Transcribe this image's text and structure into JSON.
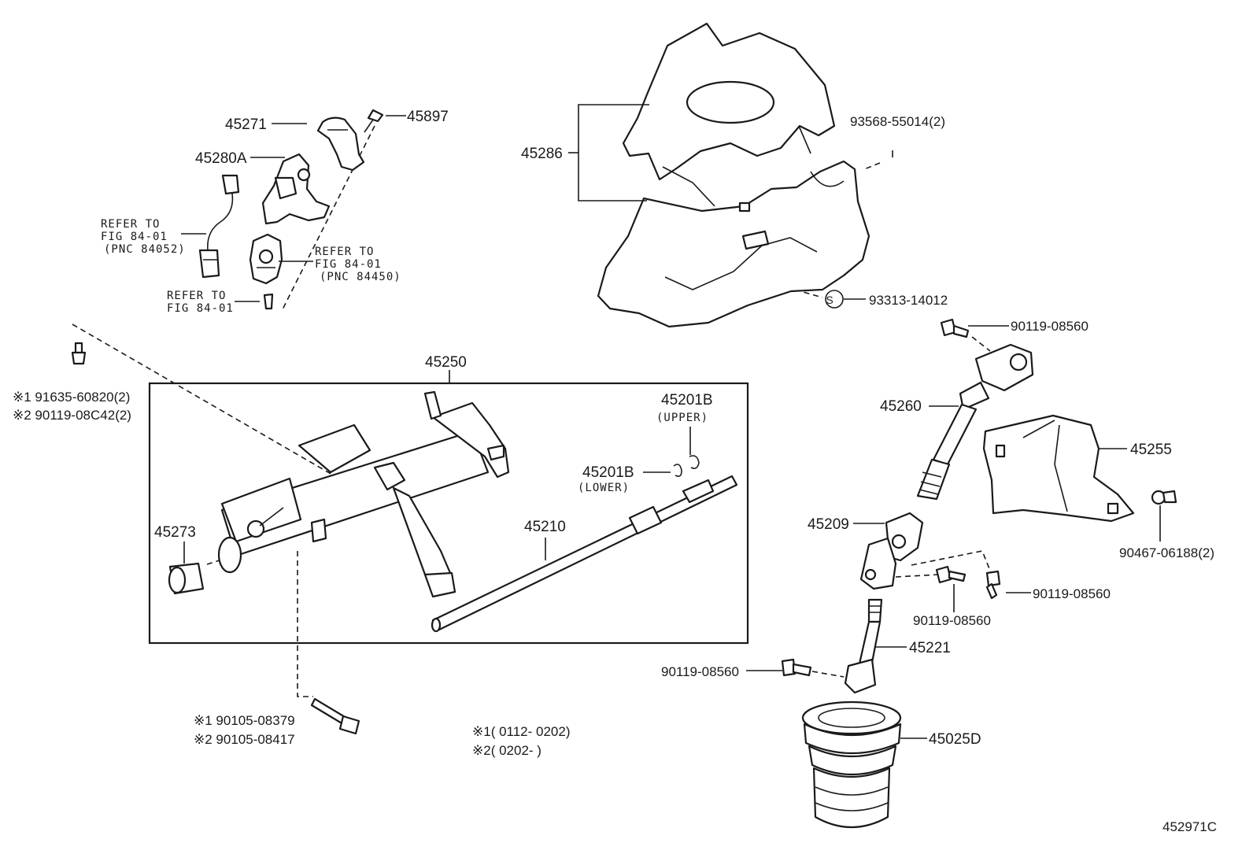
{
  "diagram": {
    "figure_id": "452971C",
    "part_labels": {
      "p45271": "45271",
      "p45897": "45897",
      "p45280A": "45280A",
      "p45286": "45286",
      "p93568": "93568-55014(2)",
      "p93313": "93313-14012",
      "p90119_top": "90119-08560",
      "p45250": "45250",
      "p45201B_upper": "45201B",
      "p45201B_lower": "45201B",
      "p45273": "45273",
      "p45210": "45210",
      "p45260": "45260",
      "p45255": "45255",
      "p90467": "90467-06188(2)",
      "p45209": "45209",
      "p90119_right": "90119-08560",
      "p90119_mid": "90119-08560",
      "p45221": "45221",
      "p90119_left": "90119-08560",
      "p45025D": "45025D"
    },
    "sub_labels": {
      "upper": "(UPPER)",
      "lower": "(LOWER)",
      "symbol_s": "S"
    },
    "refer_notes": {
      "note1": [
        "REFER TO",
        "FIG 84-01",
        "(PNC 84052)"
      ],
      "note2": [
        "REFER TO",
        "FIG 84-01",
        "(PNC 84450)"
      ],
      "note3": [
        "REFER TO",
        "FIG 84-01"
      ]
    },
    "variant_labels": {
      "bolt_upper_1": "※1 91635-60820(2)",
      "bolt_upper_2": "※2 90119-08C42(2)",
      "bolt_lower_1": "※1 90105-08379",
      "bolt_lower_2": "※2 90105-08417"
    },
    "legend": {
      "line1": "※1( 0112- 0202)",
      "line2": "※2( 0202-        )"
    }
  }
}
